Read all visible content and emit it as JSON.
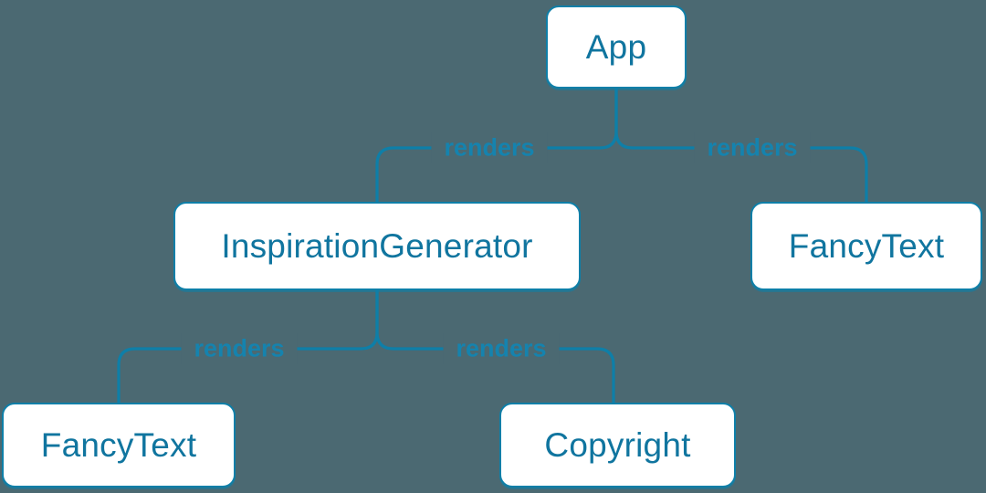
{
  "diagram": {
    "type": "component-render-tree",
    "nodes": [
      {
        "id": "app",
        "label": "App"
      },
      {
        "id": "inspiration-generator",
        "label": "InspirationGenerator"
      },
      {
        "id": "fancy-text-top",
        "label": "FancyText"
      },
      {
        "id": "fancy-text-bottom",
        "label": "FancyText"
      },
      {
        "id": "copyright",
        "label": "Copyright"
      }
    ],
    "edges": [
      {
        "from": "App",
        "to": "InspirationGenerator",
        "label": "renders"
      },
      {
        "from": "App",
        "to": "FancyText",
        "label": "renders"
      },
      {
        "from": "InspirationGenerator",
        "to": "FancyText",
        "label": "renders"
      },
      {
        "from": "InspirationGenerator",
        "to": "Copyright",
        "label": "renders"
      }
    ],
    "colors": {
      "background": "#4b6972",
      "accent_line": "#0e7fa8",
      "node_fill": "#ffffff",
      "node_text": "#10759f",
      "edge_label_text": "#1583ae"
    }
  }
}
